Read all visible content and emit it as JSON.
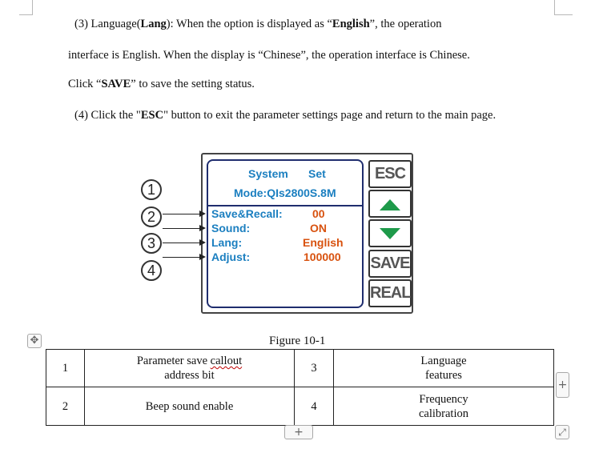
{
  "paragraphs": {
    "p1_num": "(3)",
    "p1_a": " Language(",
    "p1_b": "Lang",
    "p1_c": "): When the option is displayed as “",
    "p1_d": "English",
    "p1_e": "”, the operation",
    "p2": "interface is English. When the display is “Chinese”, the operation interface is Chinese.",
    "p3_a": "Click “",
    "p3_b": "SAVE",
    "p3_c": "” to save the setting status.",
    "p4_num": "(4)",
    "p4_a": " Click the \"",
    "p4_b": "ESC",
    "p4_c": "\" button to exit the parameter settings page and return to the main page."
  },
  "device": {
    "title_left": "System",
    "title_right": "Set",
    "mode": "Mode:QIs2800S.8M",
    "rows": [
      {
        "label": "Save&Recall:",
        "value": "00"
      },
      {
        "label": "Sound:",
        "value": "ON"
      },
      {
        "label": "Lang:",
        "value": "English"
      },
      {
        "label": "Adjust:",
        "value": "100000"
      }
    ],
    "buttons": {
      "esc": "ESC",
      "up_icon": "triangle-up",
      "down_icon": "triangle-down",
      "save": "SAVE",
      "real": "REAL"
    },
    "callouts": [
      "1",
      "2",
      "3",
      "4"
    ]
  },
  "caption": "Figure 10-1",
  "table": {
    "rows": [
      {
        "n1": "1",
        "d1_a": "Parameter save ",
        "d1_b": "callout",
        "d1_c": "address bit",
        "n2": "3",
        "d2_a": "Language",
        "d2_b": "features"
      },
      {
        "n1": "2",
        "d1": "Beep sound enable",
        "n2": "4",
        "d2_a": "Frequency",
        "d2_b": "calibration"
      }
    ]
  },
  "editor_controls": {
    "move_icon": "move-cross-icon",
    "add_col": "+",
    "add_row": "+",
    "resize_icon": "resize-diagonal-icon"
  },
  "colors": {
    "screen_blue": "#1b7fc0",
    "screen_orange": "#d8520f",
    "screen_border": "#1f2d6e",
    "arrow_green": "#1e9a4a"
  }
}
